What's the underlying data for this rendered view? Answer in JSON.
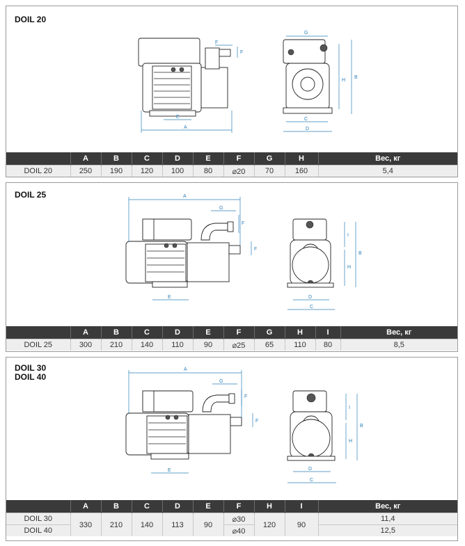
{
  "panels": [
    {
      "titles": [
        "DOIL 20"
      ],
      "headers": [
        "",
        "A",
        "B",
        "C",
        "D",
        "E",
        "F",
        "G",
        "H",
        "Вес, кг"
      ],
      "rows": [
        [
          "DOIL 20",
          "250",
          "190",
          "120",
          "100",
          "80",
          "⌀20",
          "70",
          "160",
          "5,4"
        ]
      ],
      "dims": {
        "a": "A",
        "e": "E",
        "f1": "F",
        "f2": "F",
        "g": "G",
        "h": "H",
        "b": "B",
        "c": "C",
        "d": "D"
      }
    },
    {
      "titles": [
        "DOIL 25"
      ],
      "headers": [
        "",
        "A",
        "B",
        "C",
        "D",
        "E",
        "F",
        "G",
        "H",
        "I",
        "Вес, кг"
      ],
      "rows": [
        [
          "DOIL 25",
          "300",
          "210",
          "140",
          "110",
          "90",
          "⌀25",
          "65",
          "110",
          "80",
          "8,5"
        ]
      ],
      "dims": {
        "a": "A",
        "e": "E",
        "f1": "F",
        "f2": "F",
        "g": "G",
        "i": "I",
        "h": "H",
        "b": "B",
        "d": "D",
        "c": "C"
      }
    },
    {
      "titles": [
        "DOIL 30",
        "DOIL 40"
      ],
      "headers": [
        "",
        "A",
        "B",
        "C",
        "D",
        "E",
        "F",
        "H",
        "I",
        "Вес, кг"
      ],
      "shared": [
        "330",
        "210",
        "140",
        "113",
        "90"
      ],
      "rows": [
        {
          "model": "DOIL 30",
          "f": "⌀30",
          "h": "120",
          "i": "90",
          "weight": "11,4"
        },
        {
          "model": "DOIL 40",
          "f": "⌀40",
          "weight": "12,5"
        }
      ],
      "dims": {
        "a": "A",
        "e": "E",
        "f1": "F",
        "f2": "F",
        "g": "G",
        "i": "I",
        "h": "H",
        "b": "B",
        "d": "D",
        "c": "C"
      }
    }
  ]
}
